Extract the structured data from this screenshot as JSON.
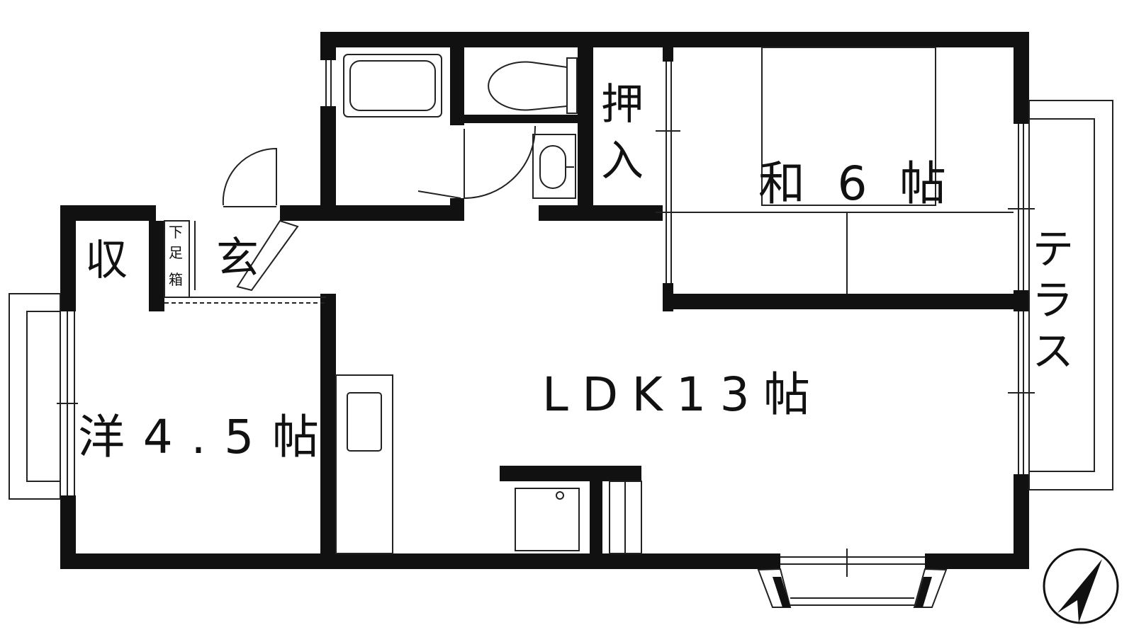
{
  "rooms": {
    "western": "洋4.5帖",
    "japanese": "和6帖",
    "ldk": "LDK13帖",
    "storage": "収",
    "closet_top": "押",
    "closet_bottom": "入",
    "entrance": "玄",
    "shoe_box_1": "下",
    "shoe_box_2": "足",
    "shoe_box_3": "箱",
    "terrace": "テラス"
  },
  "icons": {
    "compass": "north-arrow-icon"
  },
  "colors": {
    "wall": "#111111",
    "background": "#ffffff"
  }
}
